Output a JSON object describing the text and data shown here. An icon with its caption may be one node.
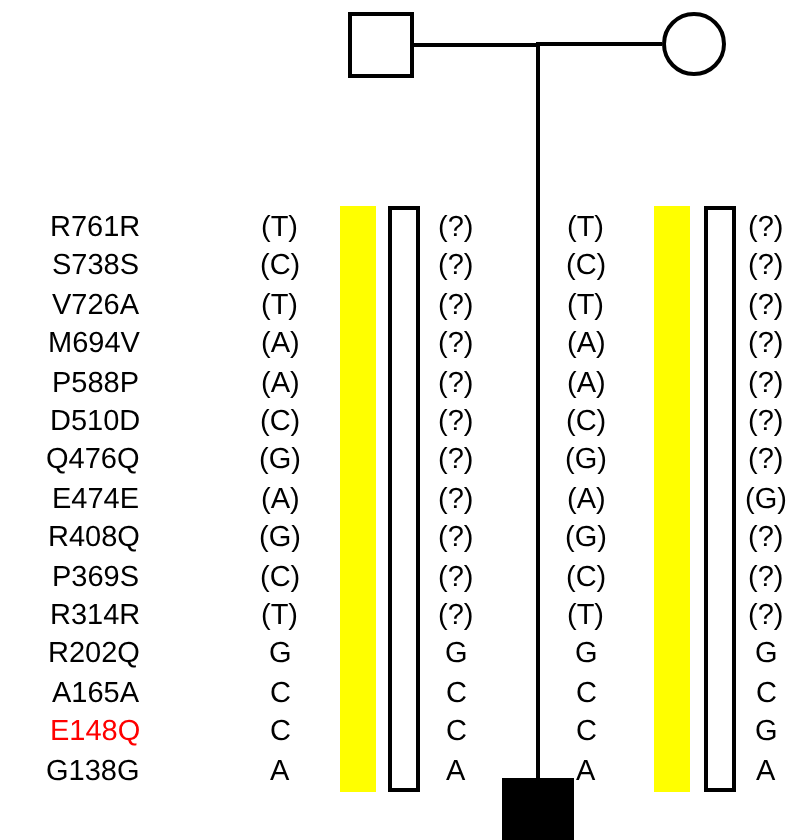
{
  "diagram": {
    "nodes": [
      {
        "text": [],
        "shape": "box"
      },
      {
        "text": [],
        "shape": "circle"
      },
      {
        "text": [],
        "shape": "box"
      },
      {
        "text": [],
        "shape": "bar"
      },
      {
        "text": [],
        "shape": "bar"
      },
      {
        "text": [],
        "shape": "bar"
      },
      {
        "text": [],
        "shape": "bar"
      }
    ],
    "edges": [
      {
        "from": 0,
        "to": 2,
        "arrow": "none"
      },
      {
        "from": 1,
        "to": 2,
        "arrow": "none"
      }
    ],
    "labels": [
      "R761R",
      "(T)",
      "(?)",
      "(T)",
      "(?)",
      "S738S",
      "(C)",
      "(?)",
      "(C)",
      "(?)",
      "V726A",
      "(T)",
      "(?)",
      "(T)",
      "(?)",
      "M694V",
      "(A)",
      "(?)",
      "(A)",
      "(?)",
      "P588P",
      "(A)",
      "(?)",
      "(A)",
      "(?)",
      "D510D",
      "(C)",
      "(?)",
      "(C)",
      "(?)",
      "Q476Q",
      "(G)",
      "(?)",
      "(G)",
      "(?)",
      "E474E",
      "(A)",
      "(?)",
      "(A)",
      "(G)",
      "R408Q",
      "(G)",
      "(?)",
      "(G)",
      "(?)",
      "P369S",
      "(C)",
      "(?)",
      "(C)",
      "(?)",
      "R314R",
      "(T)",
      "(?)",
      "(T)",
      "(?)",
      "R202Q",
      "G",
      "G",
      "G",
      "G",
      "A165A",
      "C",
      "C",
      "C",
      "C",
      "E148Q",
      "C",
      "C",
      "C",
      "G",
      "G138G",
      "A",
      "A",
      "A",
      "A"
    ]
  }
}
